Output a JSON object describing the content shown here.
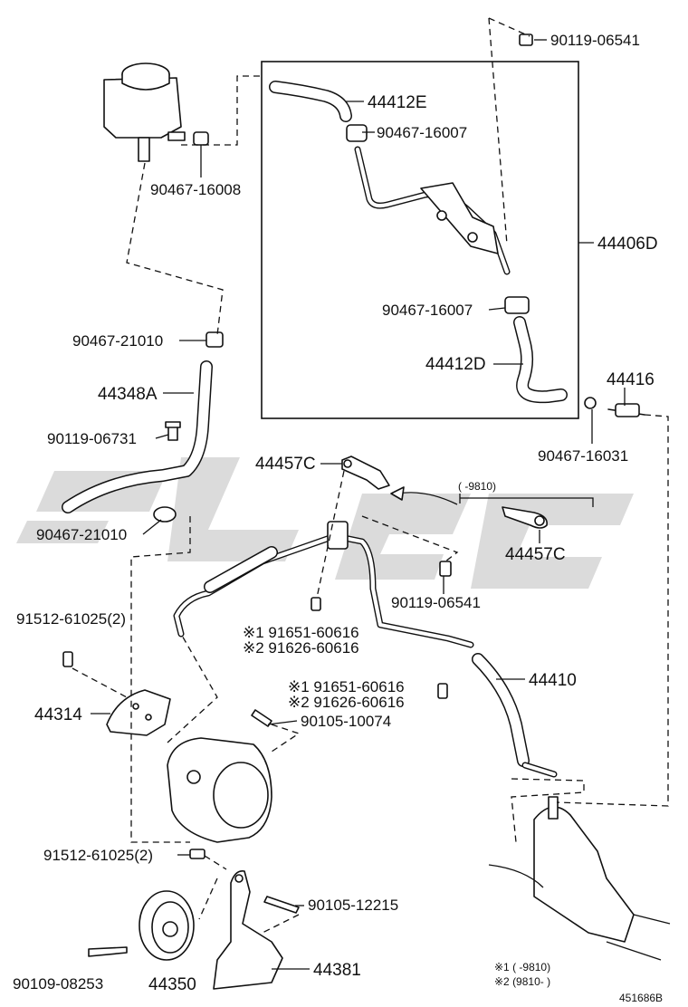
{
  "labels": {
    "p90119_06541_top": "90119-06541",
    "p44412E": "44412E",
    "p90467_16007_a": "90467-16007",
    "p90467_16008": "90467-16008",
    "p44406D": "44406D",
    "p90467_16007_b": "90467-16007",
    "p44412D": "44412D",
    "p90467_21010_a": "90467-21010",
    "p44348A": "44348A",
    "p44416": "44416",
    "p90119_06731": "90119-06731",
    "p90467_16031": "90467-16031",
    "p44457C_top": "44457C",
    "p44457C_bottom": "44457C",
    "p90467_21010_b": "90467-21010",
    "p9810_range": "(       -9810)",
    "p90119_06541_mid": "90119-06541",
    "p91512_61025_a": "91512-61025(2)",
    "p91651_60616_a": "※1 91651-60616",
    "p91626_60616_a": "※2 91626-60616",
    "p44410": "44410",
    "p91651_60616_b": "※1 91651-60616",
    "p91626_60616_b": "※2 91626-60616",
    "p44314": "44314",
    "p90105_10074": "90105-10074",
    "p91512_61025_b": "91512-61025(2)",
    "p90105_12215": "90105-12215",
    "p90109_08253": "90109-08253",
    "p44350": "44350",
    "p44381": "44381"
  },
  "notes": {
    "n1": "※1 (       -9810)",
    "n2": "※2 (9810-       )"
  },
  "diagram_id": "451686B",
  "colors": {
    "line": "#111111",
    "watermark": "#bdbdbd",
    "background": "#ffffff"
  }
}
